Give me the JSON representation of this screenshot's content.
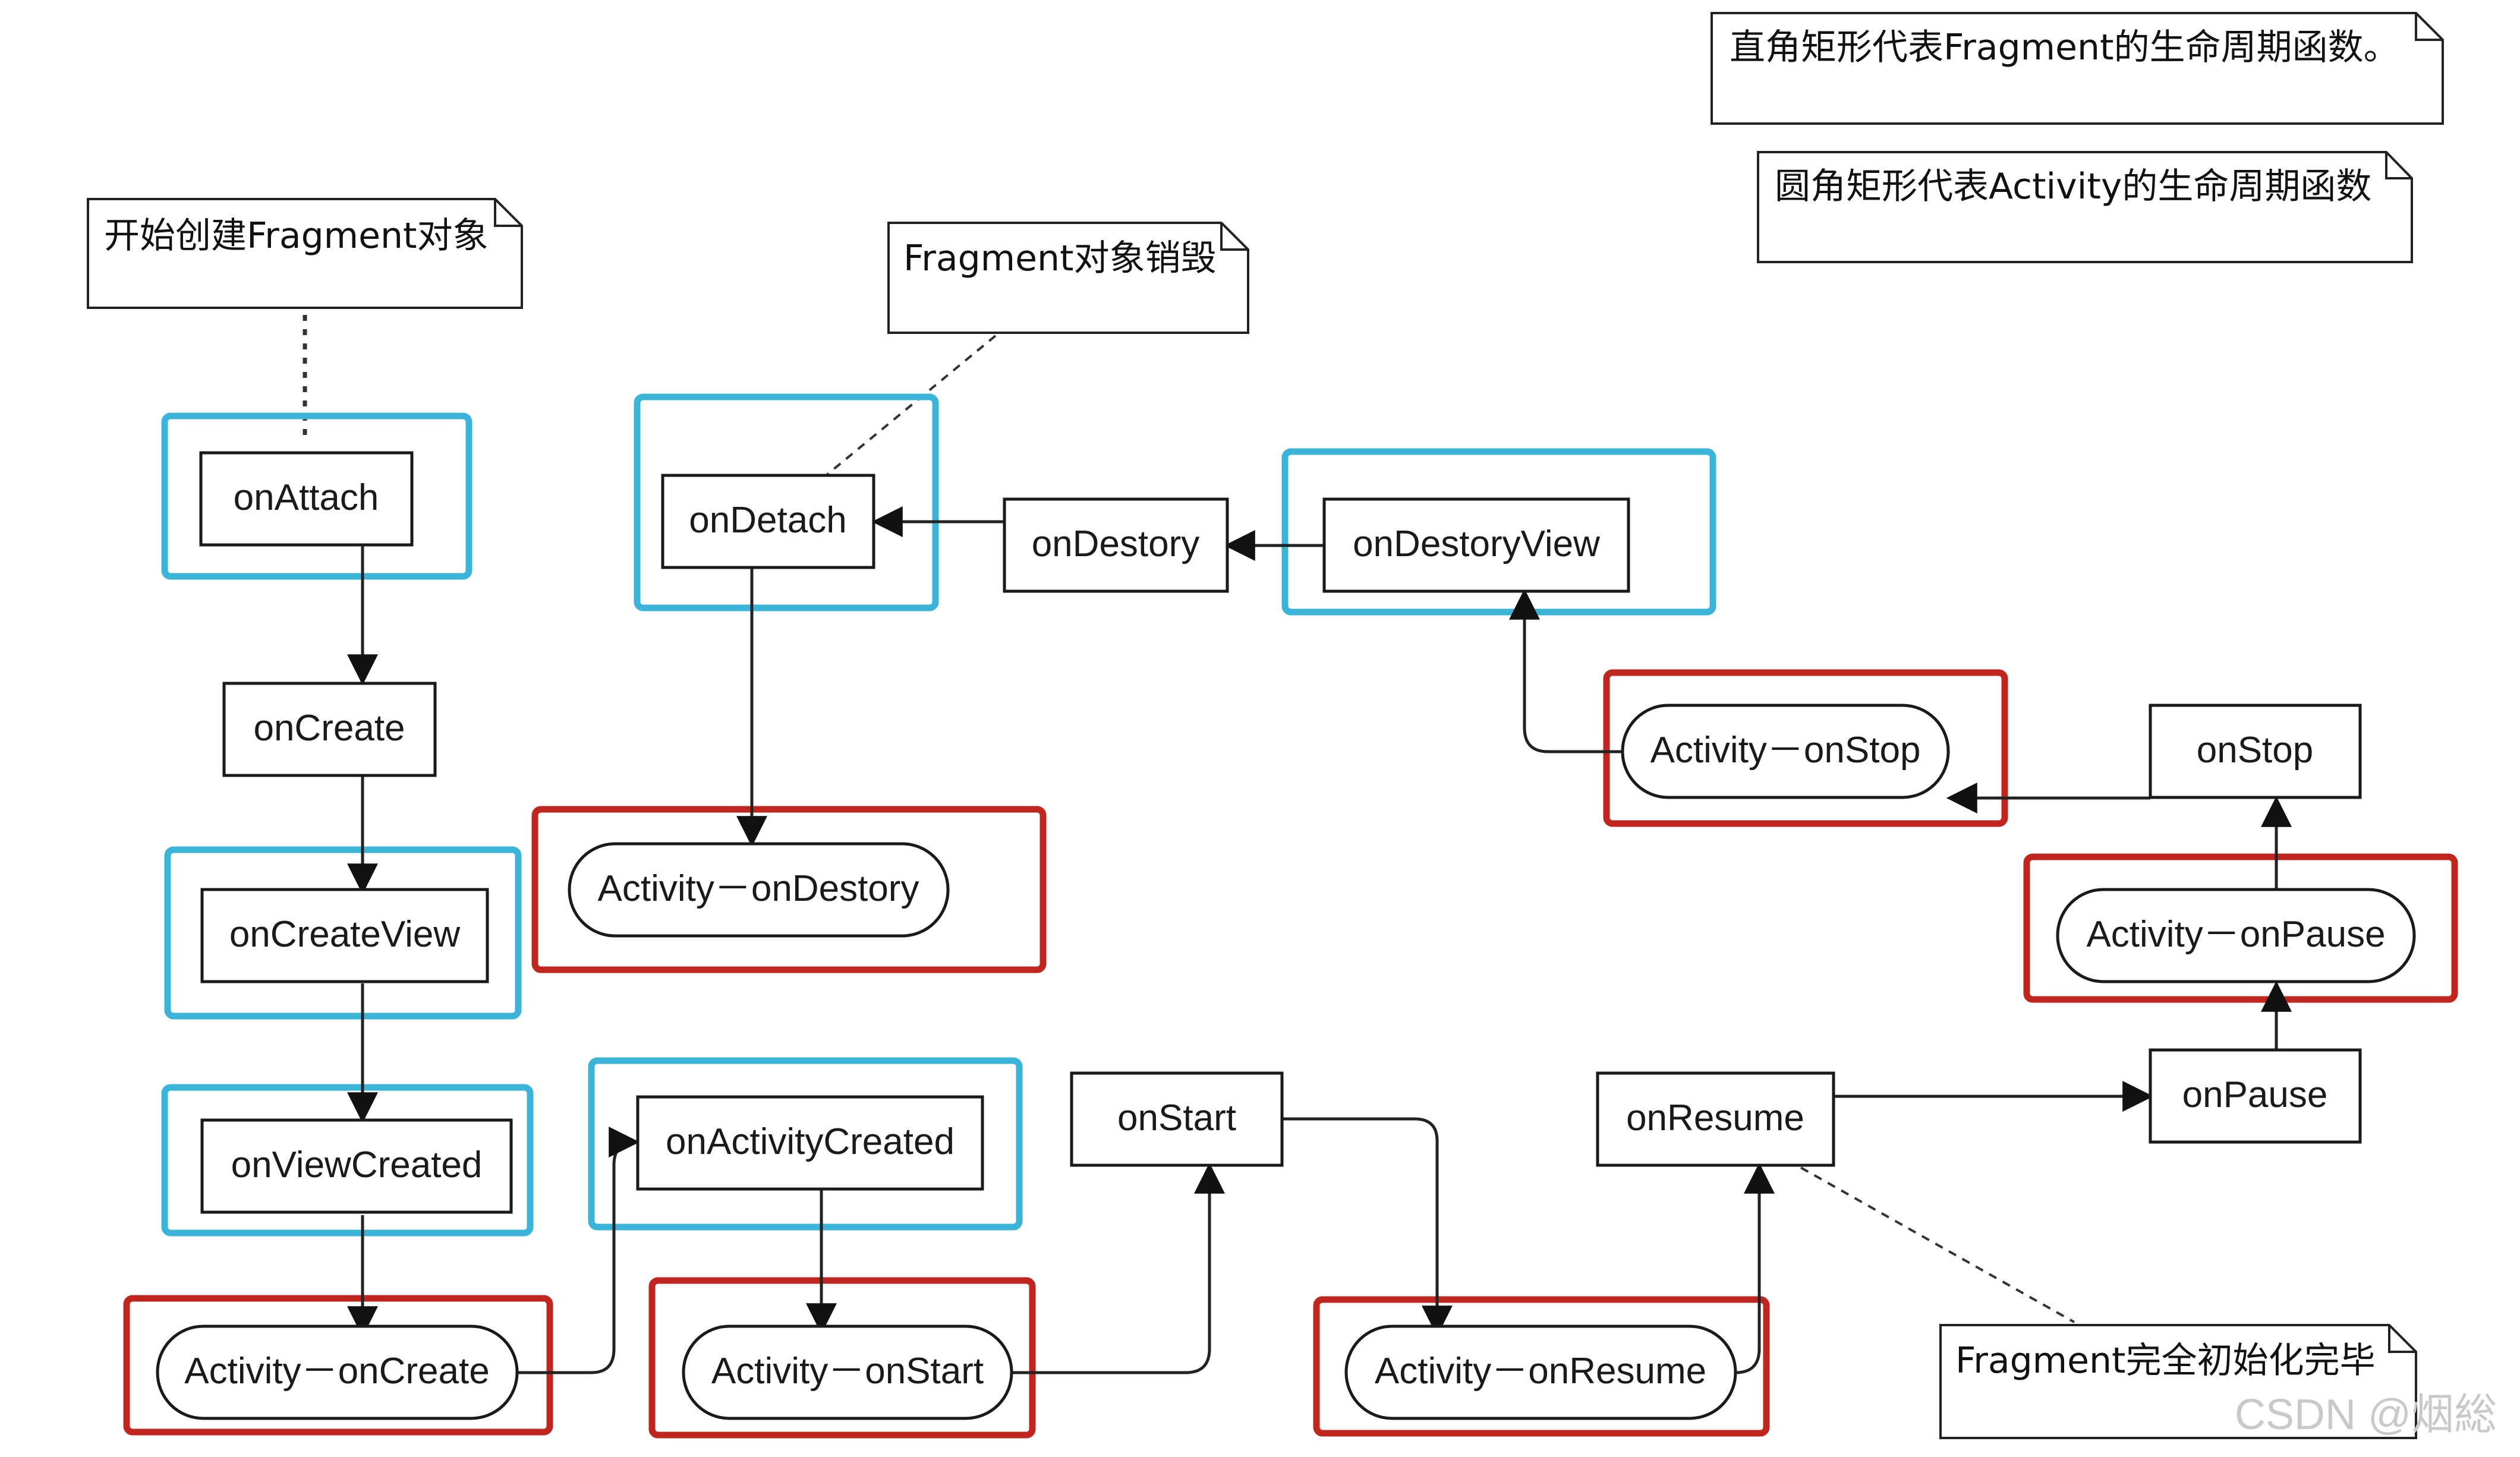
{
  "notes": {
    "legend_fragment": "直角矩形代表Fragment的生命周期函数。",
    "legend_activity": "圆角矩形代表Activity的生命周期函数",
    "start": "开始创建Fragment对象",
    "destroy": "Fragment对象销毁",
    "complete": "Fragment完全初始化完毕"
  },
  "fragment_nodes": {
    "onAttach": "onAttach",
    "onCreate": "onCreate",
    "onCreateView": "onCreateView",
    "onViewCreated": "onViewCreated",
    "onActivityCreated": "onActivityCreated",
    "onStart": "onStart",
    "onResume": "onResume",
    "onPause": "onPause",
    "onStop": "onStop",
    "onDestoryView": "onDestoryView",
    "onDestory": "onDestory",
    "onDetach": "onDetach"
  },
  "activity_nodes": {
    "onCreate": "Activity－onCreate",
    "onStart": "Activity－onStart",
    "onResume": "Activity－onResume",
    "onPause": "Activity－onPause",
    "onStop": "Activity－onStop",
    "onDestory": "Activity－onDestory"
  },
  "watermark": "CSDN @烟総",
  "colors": {
    "fragment_highlight": "#3ab4d8",
    "activity_highlight": "#c0261d",
    "box_stroke": "#1a1a1a",
    "line": "#222222"
  }
}
